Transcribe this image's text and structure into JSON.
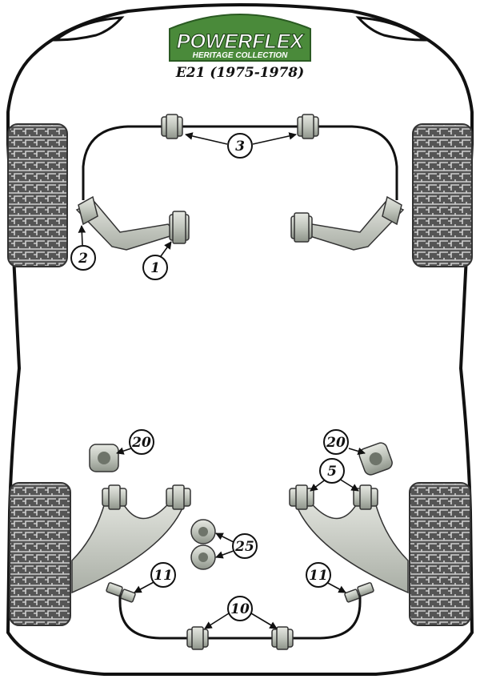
{
  "brand": {
    "logo_text": "POWERFLEX",
    "logo_subtitle": "HERITAGE COLLECTION",
    "logo_color": "#4a8a3a"
  },
  "model": "E21 (1975-1978)",
  "callouts": {
    "c1": "1",
    "c2": "2",
    "c3": "3",
    "c5": "5",
    "c10": "10",
    "c11_left": "11",
    "c11_right": "11",
    "c20_left": "20",
    "c20_right": "20",
    "c25": "25"
  },
  "colors": {
    "body_outline": "#111111",
    "tyre": "#4a4a4a",
    "bush": "#c8ccc4",
    "arm": "#c8ccc4"
  }
}
